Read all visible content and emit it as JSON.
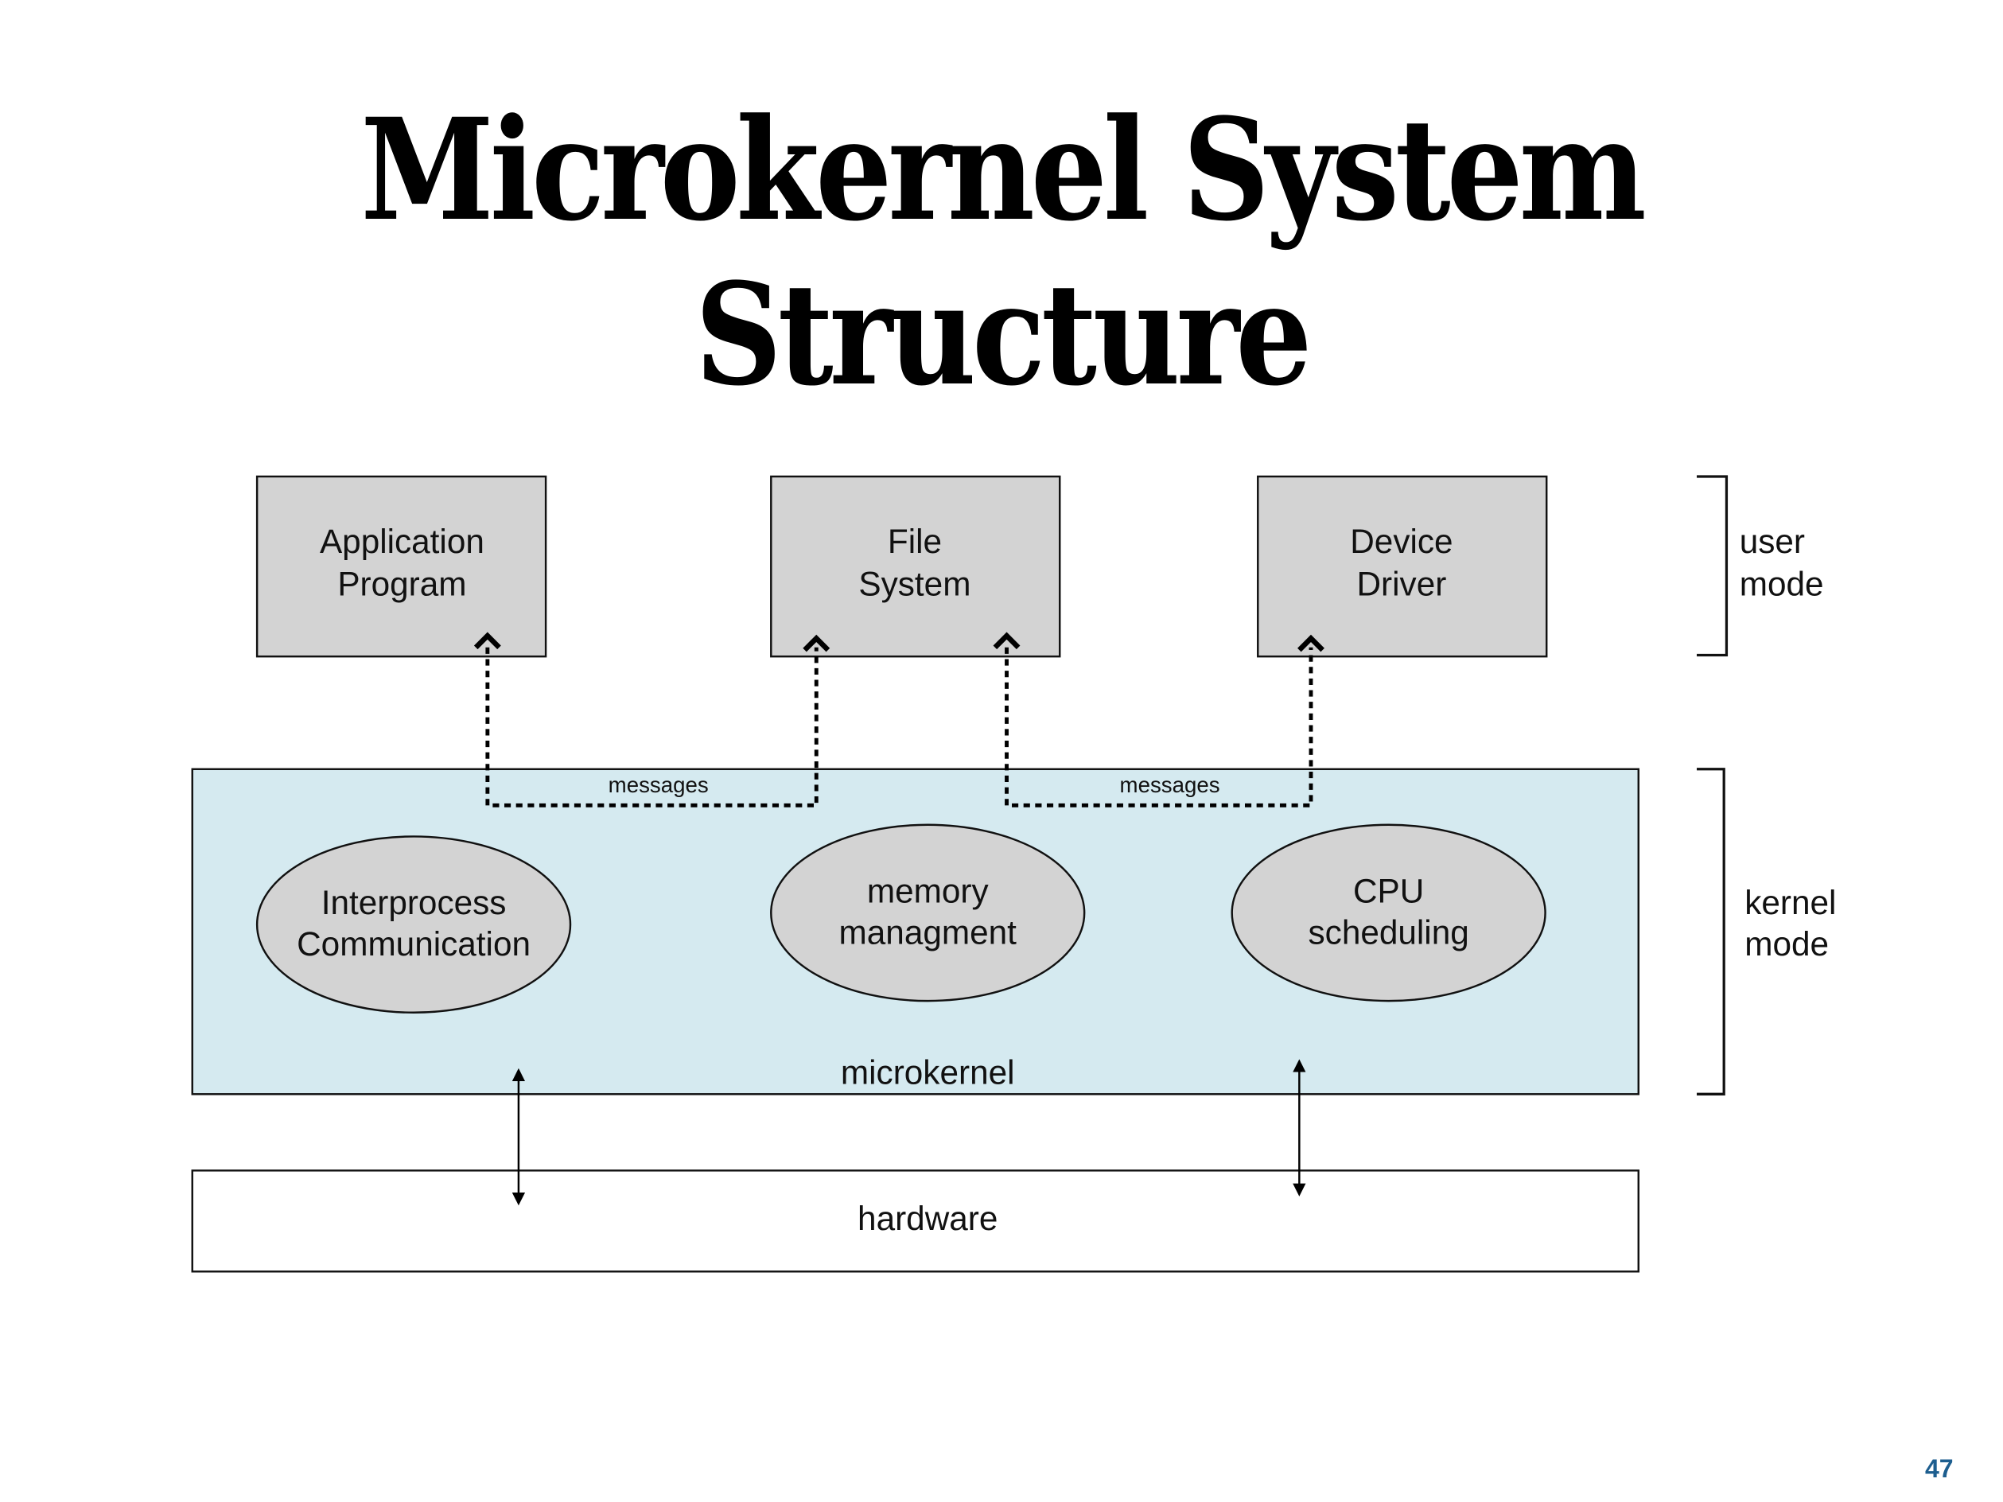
{
  "slide": {
    "title": "Microkernel System Structure",
    "page_number": "47"
  },
  "user_mode_components": [
    {
      "line1": "Application",
      "line2": "Program"
    },
    {
      "line1": "File",
      "line2": "System"
    },
    {
      "line1": "Device",
      "line2": "Driver"
    }
  ],
  "kernel_components": [
    {
      "line1": "Interprocess",
      "line2": "Communication"
    },
    {
      "line1": "memory",
      "line2": "managment"
    },
    {
      "line1": "CPU",
      "line2": "scheduling"
    }
  ],
  "message_labels": [
    "messages",
    "messages"
  ],
  "microkernel_label": "microkernel",
  "hardware_label": "hardware",
  "mode_labels": {
    "user": {
      "line1": "user",
      "line2": "mode"
    },
    "kernel": {
      "line1": "kernel",
      "line2": "mode"
    }
  },
  "colors": {
    "kernel_fill": "#d5eaf0",
    "component_fill": "#d3d3d3",
    "page_number": "#1d5e8f"
  }
}
